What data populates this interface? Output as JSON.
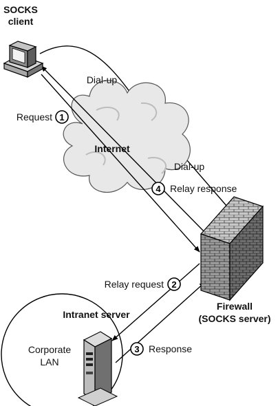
{
  "nodes": {
    "client": {
      "line1": "SOCKS",
      "line2": "client"
    },
    "internet": {
      "label": "Internet"
    },
    "firewall": {
      "line1": "Firewall",
      "line2": "(SOCKS server)"
    },
    "intranet": {
      "label": "Intranet server"
    },
    "lan": {
      "line1": "Corporate",
      "line2": "LAN"
    }
  },
  "links": {
    "dialup_1": "Dial-up",
    "dialup_2": "Dial-up"
  },
  "steps": [
    {
      "num": "1",
      "label": "Request"
    },
    {
      "num": "2",
      "label": "Relay request"
    },
    {
      "num": "3",
      "label": "Response"
    },
    {
      "num": "4",
      "label": "Relay response"
    }
  ]
}
